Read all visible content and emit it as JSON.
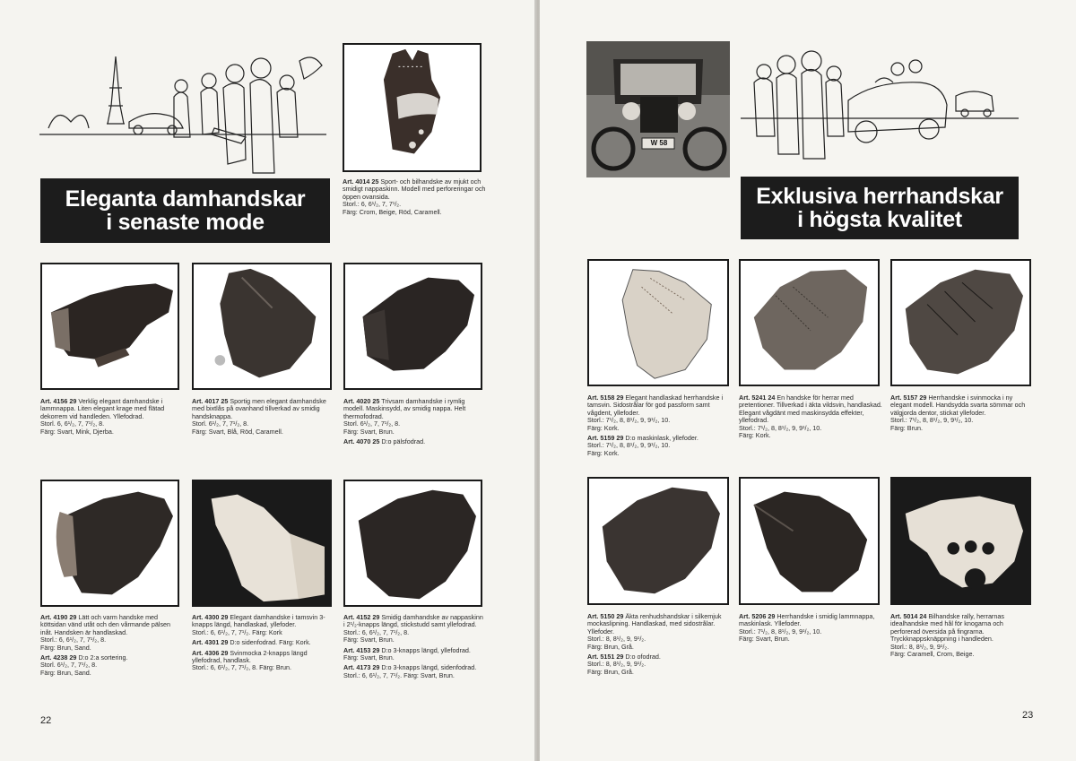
{
  "left": {
    "banner": {
      "line1": "Eleganta damhandskar",
      "line2": "i senaste mode"
    },
    "page_number": "22",
    "items": [
      {
        "art": "Art. 4014 25",
        "text": "Sport- och bilhandske av mjukt och smidigt nappaskinn. Modell med perforeringar och öppen ovansida.",
        "size": "Storl.: 6, 6¹/₂, 7, 7¹/₂.",
        "color": "Färg: Crom, Beige, Röd, Caramell."
      },
      {
        "art": "Art. 4156 29",
        "text": "Verklig elegant damhandske i lammnappa. Liten elegant krage med flätad dekorrem vid handleden. Yllefodrad.",
        "size": "Storl. 6, 6¹/₂, 7, 7¹/₂, 8.",
        "color": "Färg: Svart, Mink, Djerba."
      },
      {
        "art": "Art. 4017 25",
        "text": "Sportig men elegant damhandske med bixtlås på ovanhand tillverkad av smidig handsknappa.",
        "size": "Storl. 6¹/₂, 7, 7¹/₂, 8.",
        "color": "Färg: Svart, Blå, Röd, Caramell."
      },
      {
        "art": "Art. 4020 25",
        "text": "Trivsam damhandske i rymlig modell. Maskinsydd, av smidig nappa. Helt thermofodrad.",
        "size": "Storl. 6¹/₂, 7, 7¹/₂, 8.",
        "color": "Färg: Svart, Brun.",
        "sub_art": "Art. 4070 25",
        "sub_text": "D:o pälsfodrad."
      },
      {
        "art": "Art. 4190 29",
        "text": "Lätt och varm handske med köttsidan vänd utåt och den vårmande pälsen inåt. Handsken är handlaskad.",
        "size": "Storl.: 6, 6¹/₂, 7, 7¹/₂, 8.",
        "color": "Färg: Brun, Sand.",
        "sub_art": "Art. 4238 29",
        "sub_text": "D:o 2:a sortering.",
        "sub_size": "Storl. 6¹/₂, 7, 7¹/₂, 8.",
        "sub_color": "Färg: Brun, Sand."
      },
      {
        "art": "Art. 4300 29",
        "text": "Elegant damhandske i tamsvin 3-knapps längd, handlaskad, yllefoder.",
        "size": "Storl.: 6, 6¹/₂, 7, 7¹/₂.",
        "color": "Färg: Kork",
        "sub_art": "Art. 4301 29",
        "sub_text": "D:o sidenfodrad.",
        "sub_color": "Färg: Kork.",
        "sub2_art": "Art. 4306 29",
        "sub2_text": "Svinmocka 2-knapps längd yllefodrad, handlask.",
        "sub2_size": "Storl.: 6, 6¹/₂, 7, 7¹/₂, 8.",
        "sub2_color": "Färg: Brun."
      },
      {
        "art": "Art. 4152 29",
        "text": "Smidig damhandske av nappaskinn i 2¹/₂-knapps längd, stickstudd samt yllefodrad.",
        "size": "Storl.: 6, 6¹/₂, 7, 7¹/₂, 8.",
        "color": "Färg: Svart, Brun.",
        "sub_art": "Art. 4153 29",
        "sub_text": "D:o 3-knapps längd, yllefodrad.",
        "sub_color": "Färg: Svart, Brun.",
        "sub2_art": "Art. 4173 29",
        "sub2_text": "D:o 3-knapps längd, sidenfodrad.",
        "sub2_size": "Storl.: 6, 6¹/₂, 7, 7¹/₂.",
        "sub2_color": "Färg: Svart, Brun."
      }
    ]
  },
  "right": {
    "banner": {
      "line1": "Exklusiva herrhandskar",
      "line2": "i högsta kvalitet"
    },
    "page_number": "23",
    "plate": "W 58",
    "items": [
      {
        "art": "Art. 5158 29",
        "text": "Elegant handlaskad herrhandske i tamsvin. Sidostrålar för god passform samt vågdent, yllefoder.",
        "size": "Storl.: 7¹/₂, 8, 8¹/₂, 9, 9¹/₂, 10.",
        "color": "Färg: Kork.",
        "sub_art": "Art. 5159 29",
        "sub_text": "D:o maskinlask, yllefoder.",
        "sub_size": "Storl.: 7¹/₂, 8, 8¹/₂, 9, 9¹/₂, 10.",
        "sub_color": "Färg: Kork."
      },
      {
        "art": "Art. 5241 24",
        "text": "En handske för herrar med pretentioner. Tillverkad i äkta vildsvin, handlaskad. Elegant vågdänt med maskinsydda effekter, yllefodrad.",
        "size": "Storl.: 7¹/₂, 8, 8¹/₂, 9, 9¹/₂, 10.",
        "color": "Färg: Kork."
      },
      {
        "art": "Art. 5157 29",
        "text": "Herrhandske i svinmocka i ny elegant modell. Handsydda svarta sömmar och välgjorda dentor, stickat yllefoder.",
        "size": "Storl.: 7¹/₂, 8, 8¹/₂, 9, 9¹/₂, 10.",
        "color": "Färg: Brun."
      },
      {
        "art": "Art. 5150 29",
        "text": "Äkta renhudshandskar i silkemjuk mockaslipning. Handlaskad, med sidostrålar. Yllefoder.",
        "size": "Storl.: 8, 8¹/₂, 9, 9¹/₂.",
        "color": "Färg: Brun, Grå.",
        "sub_art": "Art. 5151 29",
        "sub_text": "D:o ofodrad.",
        "sub_size": "Storl.: 8, 8¹/₂, 9, 9¹/₂.",
        "sub_color": "Färg: Brun, Grå."
      },
      {
        "art": "Art. 5206 29",
        "text": "Herrhandske i smidig lammnappa, maskinlask. Yllefoder.",
        "size": "Storl.: 7¹/₂, 8, 8¹/₂, 9, 9¹/₂, 10.",
        "color": "Färg: Svart, Brun."
      },
      {
        "art": "Art. 5014 24",
        "text": "Bilhandske rally, herrarnas idealhandske med hål för knogarna och perforerad översida på fingrarna. Tryckknappsknäppning i handleden.",
        "size": "Storl.: 8, 8¹/₂, 9, 9¹/₂.",
        "color": "Färg: Caramell, Crom, Beige."
      }
    ]
  }
}
